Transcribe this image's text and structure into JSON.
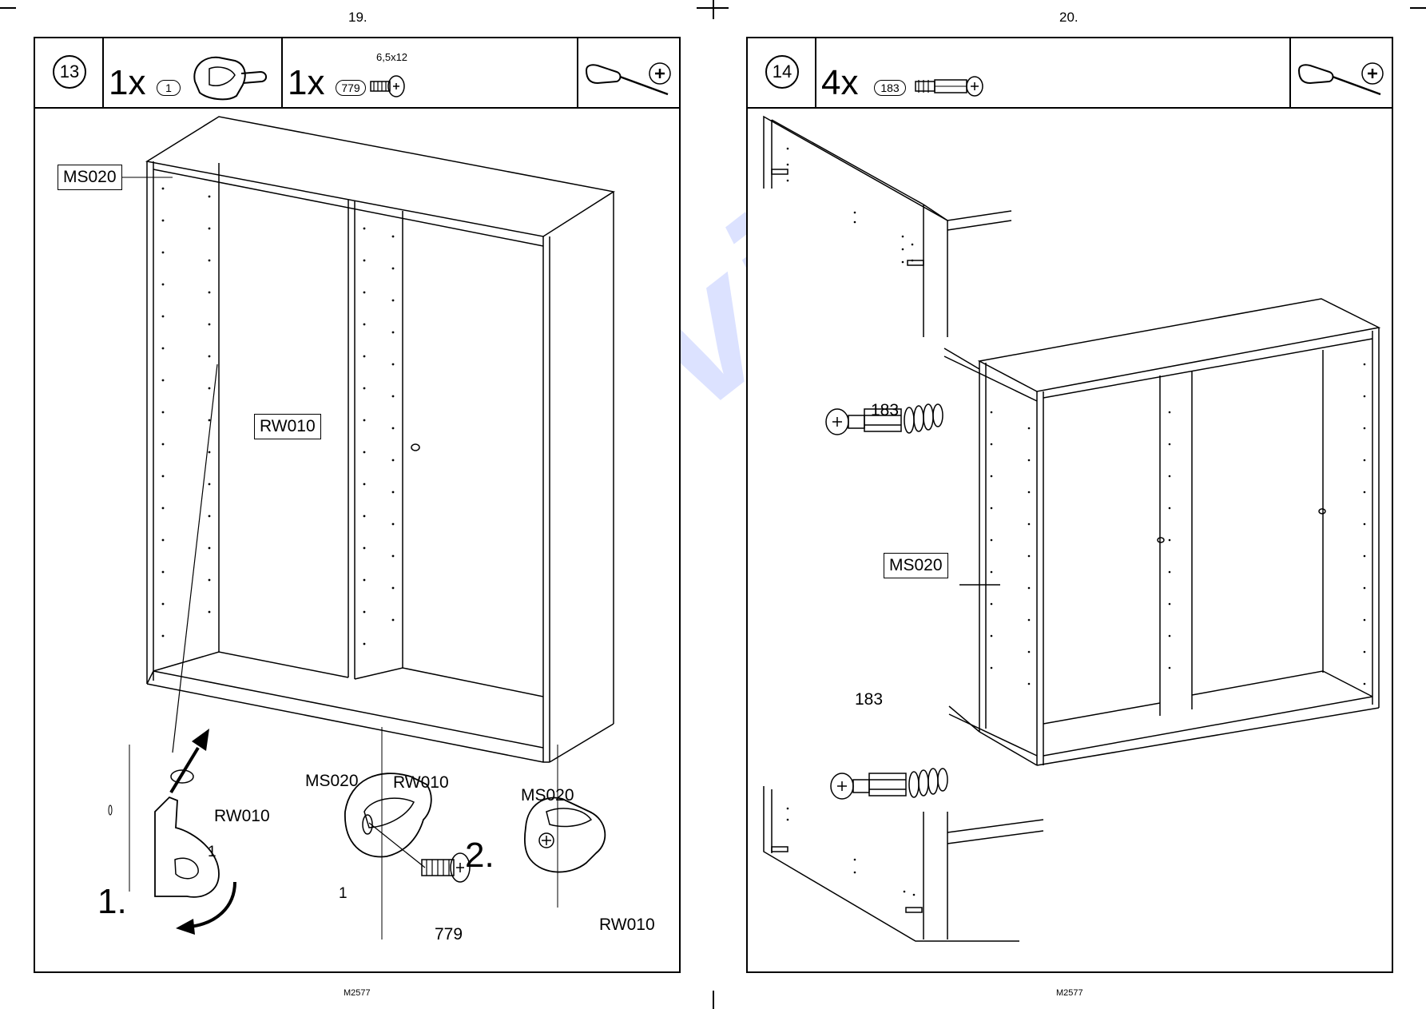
{
  "left_page": {
    "page_number": "19.",
    "footer_code": "M2577",
    "header": {
      "step": "13",
      "items": [
        {
          "qty": "1x",
          "ref": "1",
          "icon": "cam-lock-fitting-icon"
        },
        {
          "qty": "1x",
          "ref": "779",
          "size": "6,5x12",
          "icon": "screw-icon"
        }
      ],
      "tool_icon": "screwdriver-icon"
    },
    "labels": {
      "side_panel": "MS020",
      "back_panel": "RW010",
      "detail1_part": "RW010",
      "detail1_ref": "1",
      "detail1_step": "1.",
      "detail2_left": "MS020",
      "detail2_right": "RW010",
      "detail2_ref": "1",
      "detail2_step": "2.",
      "detail2_screw": "779",
      "detail3_top": "MS020",
      "detail3_bottom": "RW010"
    }
  },
  "right_page": {
    "page_number": "20.",
    "footer_code": "M2577",
    "header": {
      "step": "14",
      "items": [
        {
          "qty": "4x",
          "ref": "183",
          "icon": "dowel-connector-icon"
        }
      ],
      "tool_icon": "screwdriver-icon"
    },
    "labels": {
      "connector_top": "183",
      "connector_bottom": "183",
      "side_panel": "MS020"
    }
  },
  "watermark": "Service"
}
